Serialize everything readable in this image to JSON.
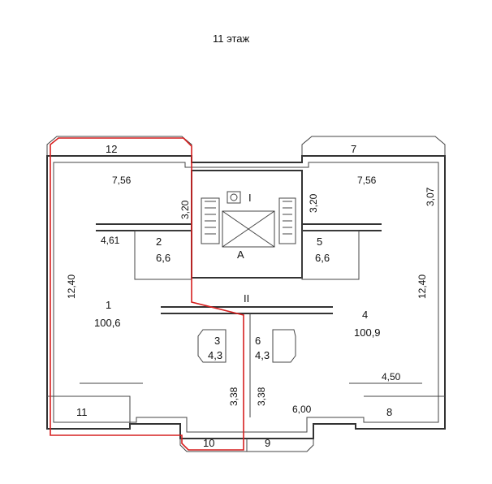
{
  "title": "11 этаж",
  "stair_label": "I",
  "elevator_label": "A",
  "corridor_label": "II",
  "rooms": [
    {
      "id": "1",
      "area": "100,6"
    },
    {
      "id": "2",
      "area": "6,6"
    },
    {
      "id": "3",
      "area": "4,3"
    },
    {
      "id": "4",
      "area": "100,9"
    },
    {
      "id": "5",
      "area": "6,6"
    },
    {
      "id": "6",
      "area": "4,3"
    },
    {
      "id": "7",
      "area": ""
    },
    {
      "id": "8",
      "area": ""
    },
    {
      "id": "9",
      "area": ""
    },
    {
      "id": "10",
      "area": ""
    },
    {
      "id": "11",
      "area": ""
    },
    {
      "id": "12",
      "area": ""
    }
  ],
  "dimensions": {
    "top_left_width": "7,56",
    "top_right_width": "7,56",
    "stair_left": "3,20",
    "stair_right": "3,20",
    "right_top": "3,07",
    "left_small": "4,61",
    "left_height": "12,40",
    "right_height": "12,40",
    "bottom_left": "3,38",
    "bottom_right": "3,38",
    "right_lower": "4,50",
    "bottom_mid": "6,00"
  }
}
